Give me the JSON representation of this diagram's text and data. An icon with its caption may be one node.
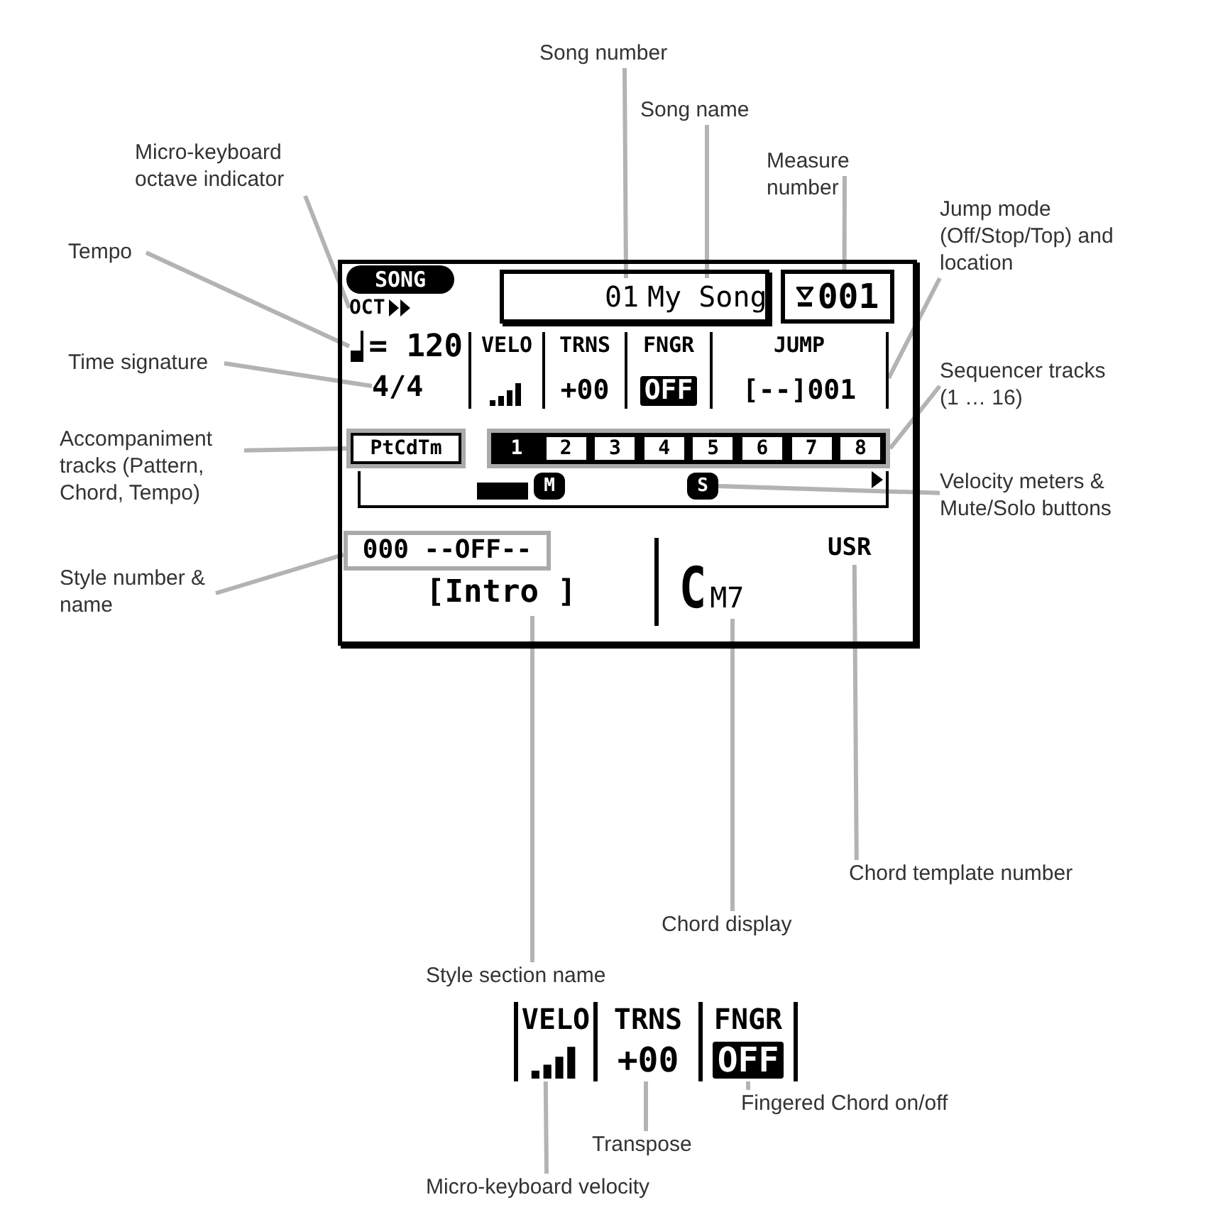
{
  "diagram": {
    "nodes": [
      {
        "text": [
          "Song number"
        ]
      },
      {
        "text": [
          "Song name"
        ]
      },
      {
        "text": [
          "Micro-keyboard octave indicator"
        ]
      },
      {
        "text": [
          "Measure number"
        ]
      },
      {
        "text": [],
        "shape": "box"
      },
      {
        "text": [
          "SONG"
        ],
        "in": 4
      },
      {
        "text": [
          "OCT"
        ],
        "in": 4
      },
      {
        "text": [],
        "shape": "box",
        "in": 4
      },
      {
        "text": [
          "01"
        ],
        "in": 7
      },
      {
        "text": [
          "My Song"
        ],
        "in": 7
      },
      {
        "text": [
          "001"
        ],
        "in": 4
      },
      {
        "text": [
          "= 120"
        ],
        "in": 4
      },
      {
        "text": [
          "4/4"
        ],
        "in": 4
      },
      {
        "text": [
          "VELO"
        ],
        "in": 4
      },
      {
        "text": [
          "TRNS",
          "+00"
        ],
        "in": 4
      },
      {
        "text": [
          "FNGR",
          "OFF"
        ],
        "in": 4
      },
      {
        "text": [
          "JUMP",
          "[--]001"
        ],
        "in": 4
      },
      {
        "text": [
          "PtCdTm"
        ],
        "in": 4
      },
      {
        "text": [],
        "shape": "box",
        "in": 4
      },
      {
        "text": [
          "1"
        ],
        "in": 18
      },
      {
        "text": [
          "2"
        ],
        "in": 18
      },
      {
        "text": [
          "3"
        ],
        "in": 18
      },
      {
        "text": [
          "4"
        ],
        "in": 18
      },
      {
        "text": [
          "5"
        ],
        "in": 18
      },
      {
        "text": [
          "6"
        ],
        "in": 18
      },
      {
        "text": [
          "7"
        ],
        "in": 18
      },
      {
        "text": [
          "8"
        ],
        "in": 18
      },
      {
        "text": [],
        "shape": "box",
        "in": 4
      },
      {
        "text": [
          "M"
        ],
        "in": 27
      },
      {
        "text": [
          "S"
        ],
        "in": 27
      },
      {
        "text": [
          "000 --OFF--"
        ],
        "in": 4
      },
      {
        "text": [
          "[Intro ]"
        ],
        "in": 4
      },
      {
        "text": [
          "CM7"
        ],
        "in": 4
      },
      {
        "text": [
          "USR"
        ],
        "in": 4
      },
      {
        "text": [
          "Tempo"
        ]
      },
      {
        "text": [
          "Jump mode (Off/Stop/Top) and location"
        ]
      },
      {
        "text": [
          "Time signature"
        ]
      },
      {
        "text": [
          "Sequencer tracks (1 … 16)"
        ]
      },
      {
        "text": [
          "Accompaniment tracks (Pattern, Chord, Tempo)"
        ]
      },
      {
        "text": [
          "Velocity meters & Mute/Solo buttons"
        ]
      },
      {
        "text": [
          "Style number & name"
        ]
      },
      {
        "text": [
          "Chord template number"
        ]
      },
      {
        "text": [
          "Chord display"
        ]
      },
      {
        "text": [
          "Style section name"
        ]
      },
      {
        "text": [
          "VELO"
        ]
      },
      {
        "text": [
          "TRNS",
          "+00"
        ]
      },
      {
        "text": [
          "FNGR",
          "OFF"
        ]
      },
      {
        "text": [
          "Fingered Chord on/off"
        ]
      },
      {
        "text": [
          "Transpose"
        ]
      },
      {
        "text": [
          "Micro-keyboard velocity"
        ]
      }
    ],
    "edges": [
      {
        "from": 0,
        "to": 8,
        "arrow": "none"
      },
      {
        "from": 1,
        "to": 9,
        "arrow": "none"
      },
      {
        "from": 2,
        "to": 6,
        "arrow": "none"
      },
      {
        "from": 3,
        "to": 10,
        "arrow": "none"
      },
      {
        "from": 34,
        "to": 11,
        "arrow": "none"
      },
      {
        "from": 35,
        "to": 16,
        "arrow": "none"
      },
      {
        "from": 36,
        "to": 12,
        "arrow": "none"
      },
      {
        "from": 37,
        "to": 18,
        "arrow": "none"
      },
      {
        "from": 38,
        "to": 17,
        "arrow": "none"
      },
      {
        "from": 39,
        "to": 29,
        "arrow": "none"
      },
      {
        "from": 40,
        "to": 30,
        "arrow": "none"
      },
      {
        "from": 41,
        "to": 33,
        "arrow": "none"
      },
      {
        "from": 42,
        "to": 32,
        "arrow": "none"
      },
      {
        "from": 43,
        "to": 31,
        "arrow": "none"
      },
      {
        "from": 47,
        "to": 46,
        "arrow": "none"
      },
      {
        "from": 48,
        "to": 45,
        "arrow": "none"
      },
      {
        "from": 49,
        "to": 44,
        "arrow": "none"
      }
    ]
  }
}
